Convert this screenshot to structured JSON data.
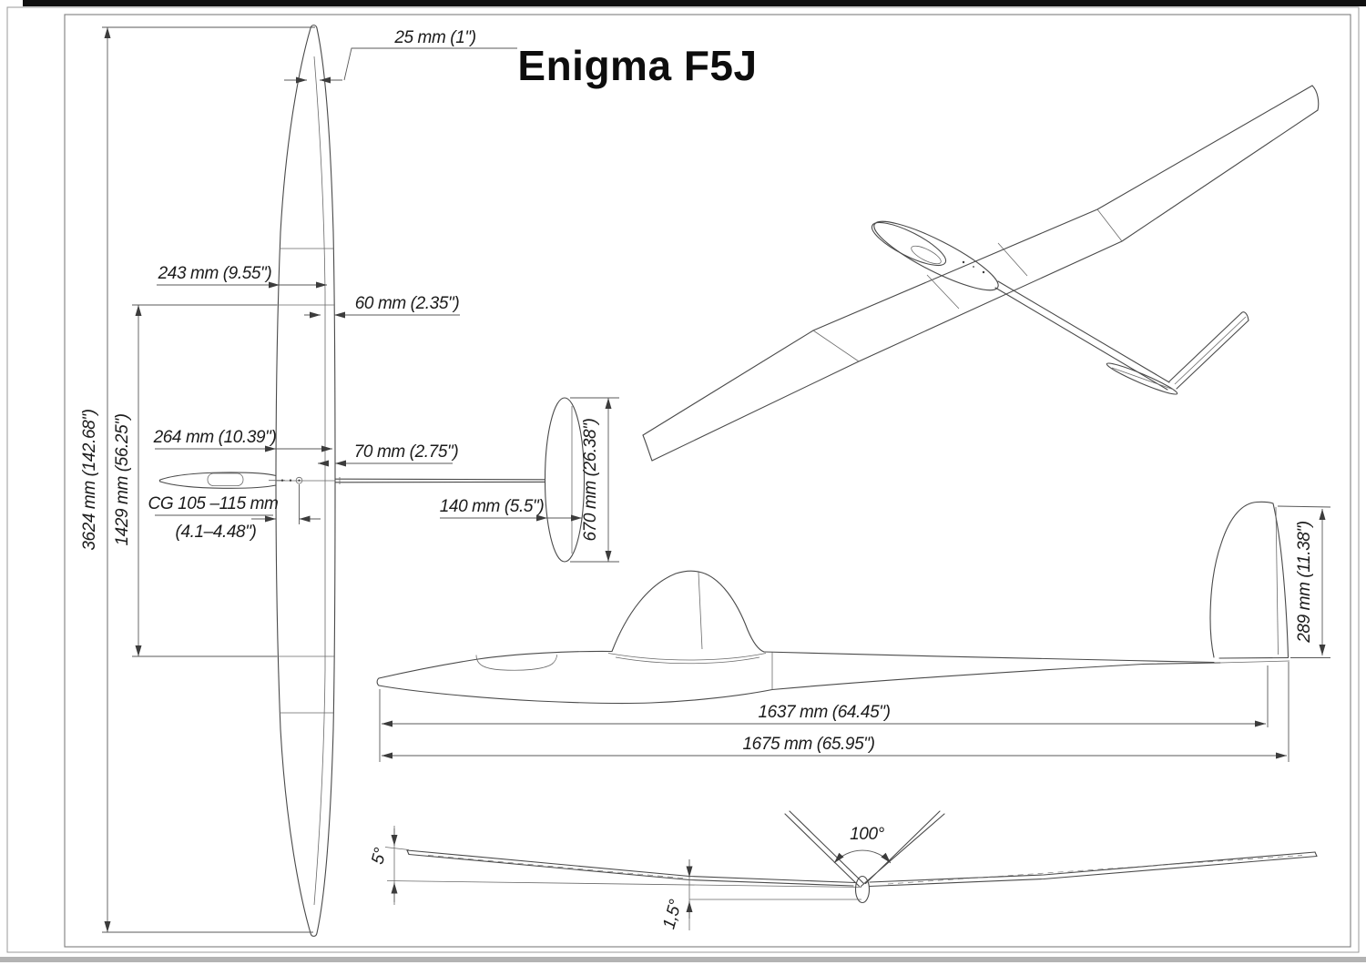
{
  "title": "Enigma F5J",
  "colors": {
    "line": "#4a4a4a",
    "dim_line": "#585858",
    "text": "#1b1b1b",
    "top_bar": "#101010",
    "bottom_bar": "#b3b3b3",
    "frame": "#8a8a8a",
    "background": "#ffffff"
  },
  "dims": {
    "tip_chord": "25 mm (1\")",
    "outer_chord": "243 mm (9.55\")",
    "aileron_chord": "60 mm (2.35\")",
    "root_chord": "264 mm (10.39\")",
    "center_chord": "70 mm (2.75\")",
    "cg_range_mm": "CG 105 –115 mm",
    "cg_range_in": "(4.1–4.48\")",
    "wingspan": "3624 mm (142.68\")",
    "center_panel_span": "1429 mm (56.25\")",
    "stab_span": "670 mm (26.38\")",
    "stab_chord": "140 mm (5.5\")",
    "fin_height": "289 mm (11.38\")",
    "fuselage_length": "1637 mm (64.45\")",
    "total_length": "1675 mm (65.95\")",
    "tip_dihedral_angle": "5°",
    "center_dihedral_angle": "1,5°",
    "vtail_angle": "100°"
  }
}
